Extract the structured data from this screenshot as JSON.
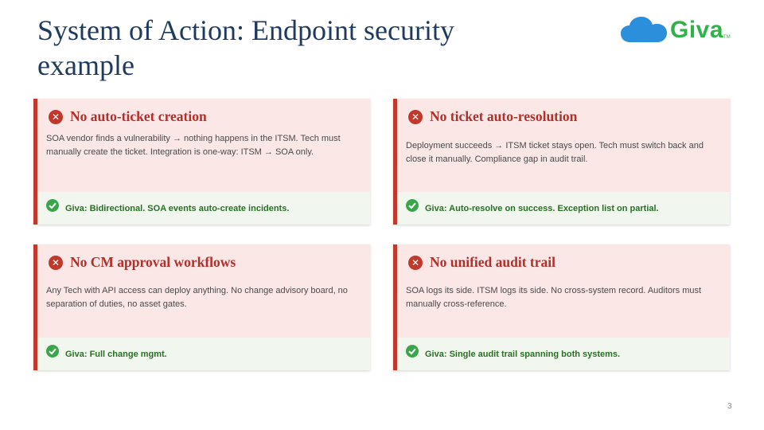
{
  "slide": {
    "title": "System of Action: Endpoint security example",
    "page_number": "3"
  },
  "logo": {
    "text": "Giva",
    "tm": "TM"
  },
  "cards": [
    {
      "title": "No auto-ticket creation",
      "description": "SOA vendor finds a vulnerability → nothing happens in the ITSM. Tech must manually create the ticket. Integration is one-way: ITSM → SOA only.",
      "giva": "Giva: Bidirectional. SOA events auto-create incidents."
    },
    {
      "title": "No ticket auto-resolution",
      "description": "Deployment succeeds → ITSM ticket stays open. Tech must switch back and close it manually. Compliance gap in audit trail.",
      "giva": "Giva: Auto-resolve on success. Exception list on partial."
    },
    {
      "title": "No CM approval workflows",
      "description": "Any Tech with API access can deploy anything. No change advisory board, no separation of duties, no asset gates.",
      "giva": "Giva: Full change mgmt."
    },
    {
      "title": "No unified audit trail",
      "description": "SOA logs its side. ITSM logs its side. No cross-system record. Auditors must manually cross-reference.",
      "giva": "Giva: Single audit trail spanning both systems."
    }
  ],
  "icons": {
    "problem": "x-circle-icon",
    "solution": "check-circle-icon",
    "logo": "cloud-icon"
  },
  "colors": {
    "title": "#1f3a5f",
    "problem": "#c0392b",
    "solution": "#3aa64c",
    "brand": "#2eb34a"
  }
}
